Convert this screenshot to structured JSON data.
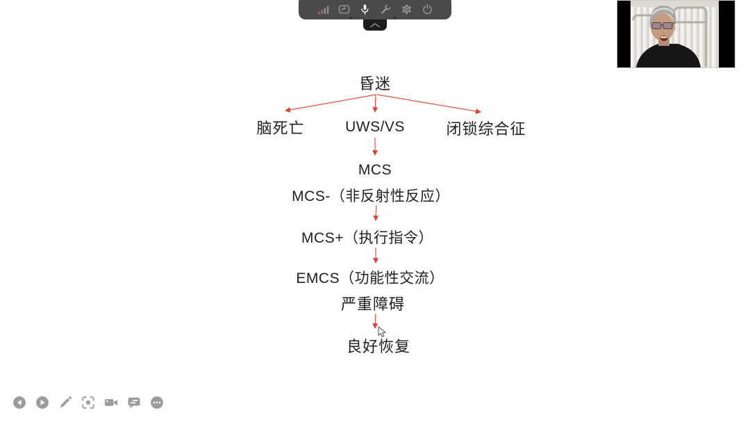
{
  "colors": {
    "arrow_red": "#e0402e",
    "toolbar_bg": "#4a4a4a",
    "toolbar_icon_gray": "#9b9b9b",
    "playback_icon_gray": "#9c9c9c",
    "text_dark": "#1f1f1f",
    "webcam_border": "#cbcbcb",
    "webcam_background": "#000000"
  },
  "meeting_toolbar": {
    "icons": [
      {
        "name": "signal-strength-icon",
        "glyph": "ascending-bars"
      },
      {
        "name": "screen-share-icon",
        "glyph": "rounded-screen-with-arrow"
      },
      {
        "name": "microphone-icon",
        "glyph": "mic",
        "active": true
      },
      {
        "name": "repair-tools-icon",
        "glyph": "wrench"
      },
      {
        "name": "settings-icon",
        "glyph": "gear"
      },
      {
        "name": "power-icon",
        "glyph": "power"
      }
    ],
    "collapse_chevron": "chevron-up"
  },
  "flowchart": {
    "nodes": {
      "coma": "昏迷",
      "brain_death": "脑死亡",
      "uws_vs": "UWS/VS",
      "locked_in": "闭锁综合征",
      "mcs": "MCS",
      "mcs_minus": "MCS-（非反射性反应）",
      "mcs_plus": "MCS+（执行指令）",
      "emcs": "EMCS（功能性交流）",
      "severe_disability": "严重障碍",
      "good_recovery": "良好恢复"
    }
  },
  "playback_toolbar": {
    "icons": [
      {
        "name": "previous-icon",
        "glyph": "circle-left-triangle"
      },
      {
        "name": "play-icon",
        "glyph": "circle-right-triangle"
      },
      {
        "name": "annotate-pencil-icon",
        "glyph": "pencil"
      },
      {
        "name": "focus-frame-icon",
        "glyph": "viewfinder-dot"
      },
      {
        "name": "camera-icon",
        "glyph": "video-camera"
      },
      {
        "name": "chat-icon",
        "glyph": "speech-bubble"
      },
      {
        "name": "more-icon",
        "glyph": "circle-ellipsis"
      }
    ]
  }
}
